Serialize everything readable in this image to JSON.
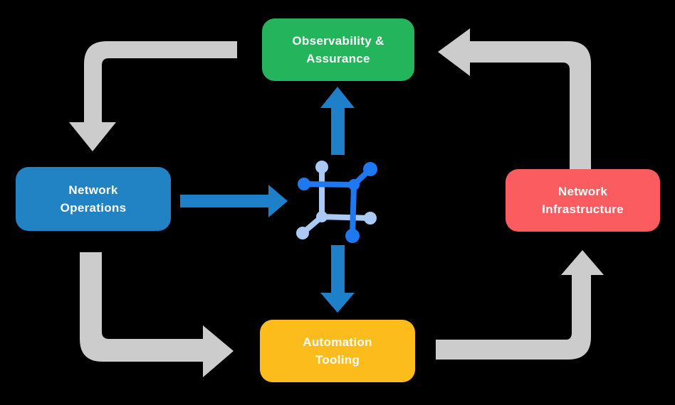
{
  "diagram": {
    "icon_name": "network-node-icon",
    "colors": {
      "background": "#000000",
      "cycle_arrow": "#cccccc",
      "flow_arrow": "#1e80c8",
      "icon_dark": "#1e78f0",
      "icon_light": "#aac9f4"
    },
    "nodes": {
      "observability": {
        "label": "Observability &\nAssurance",
        "color": "#24b45c"
      },
      "operations": {
        "label": "Network\nOperations",
        "color": "#2182c4"
      },
      "infrastructure": {
        "label": "Network\nInfrastructure",
        "color": "#fb5c5f"
      },
      "tooling": {
        "label": "Automation\nTooling",
        "color": "#fcbc1c"
      }
    }
  }
}
